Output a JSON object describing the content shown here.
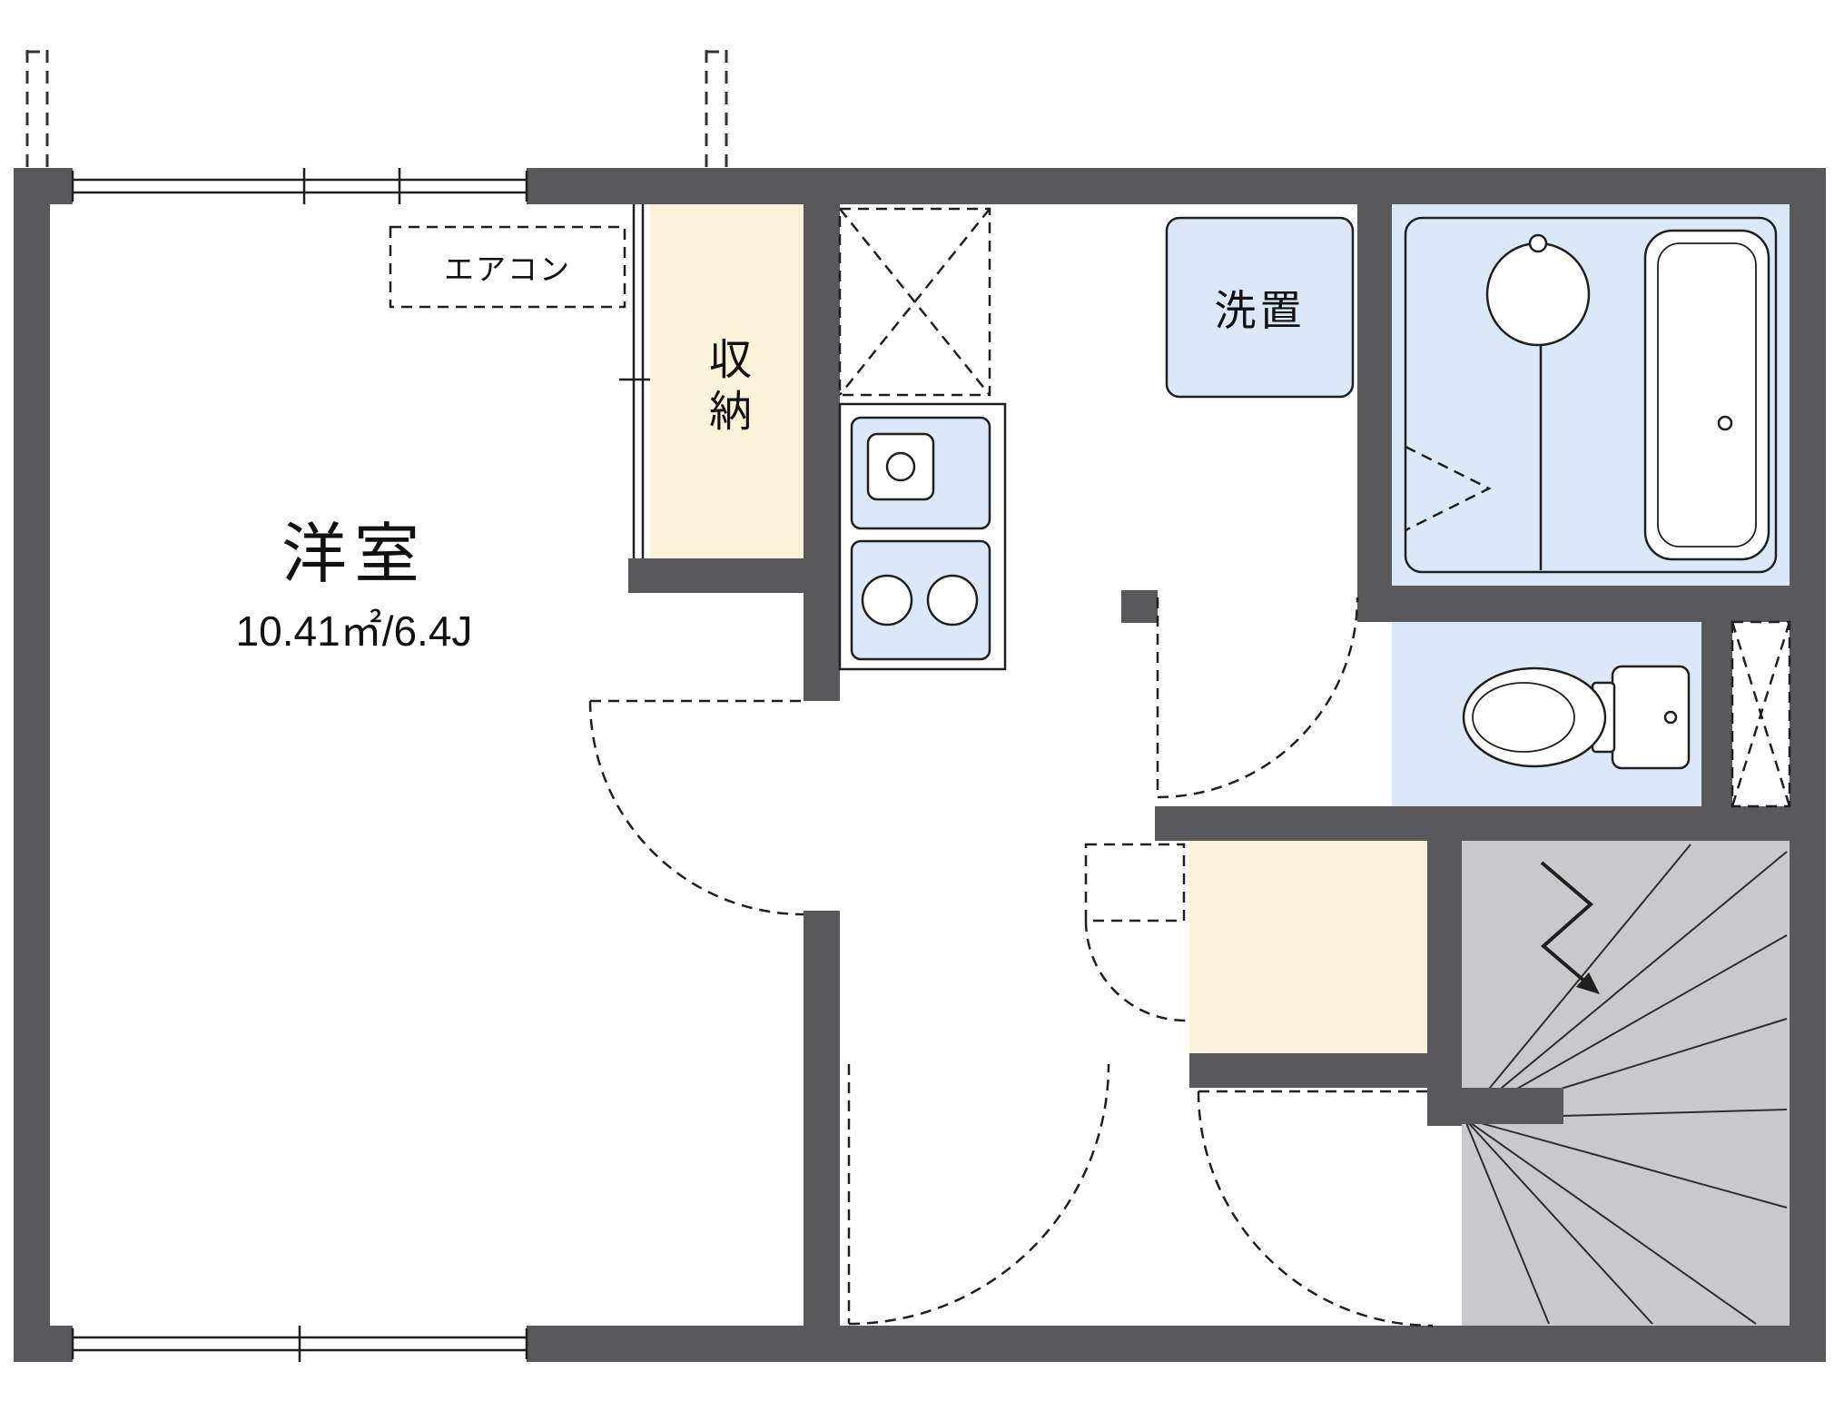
{
  "plan": {
    "room_label": "洋室",
    "room_size": "10.41㎡/6.4J",
    "aircon_label": "エアコン",
    "storage_label": "収納",
    "laundry_label": "洗置"
  },
  "colors": {
    "wall": "#59595b",
    "wet_area": "#dbe8f7",
    "closet": "#fbf2da",
    "stairs": "#c9c9cb",
    "background": "#ffffff"
  }
}
